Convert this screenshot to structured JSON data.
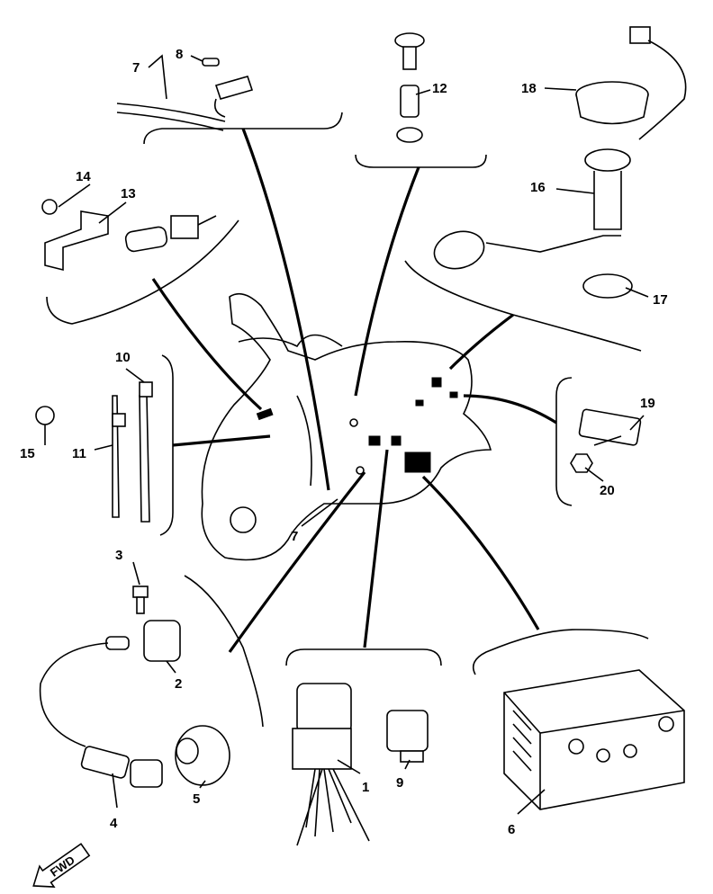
{
  "diagram": {
    "parts": [
      {
        "id": "1"
      },
      {
        "id": "2"
      },
      {
        "id": "3"
      },
      {
        "id": "4"
      },
      {
        "id": "5"
      },
      {
        "id": "6"
      },
      {
        "id": "7"
      },
      {
        "id": "7"
      },
      {
        "id": "8"
      },
      {
        "id": "9"
      },
      {
        "id": "10"
      },
      {
        "id": "11"
      },
      {
        "id": "12"
      },
      {
        "id": "13"
      },
      {
        "id": "14"
      },
      {
        "id": "15"
      },
      {
        "id": "16"
      },
      {
        "id": "17"
      },
      {
        "id": "18"
      },
      {
        "id": "19"
      },
      {
        "id": "20"
      }
    ],
    "direction_label": "FWD"
  }
}
